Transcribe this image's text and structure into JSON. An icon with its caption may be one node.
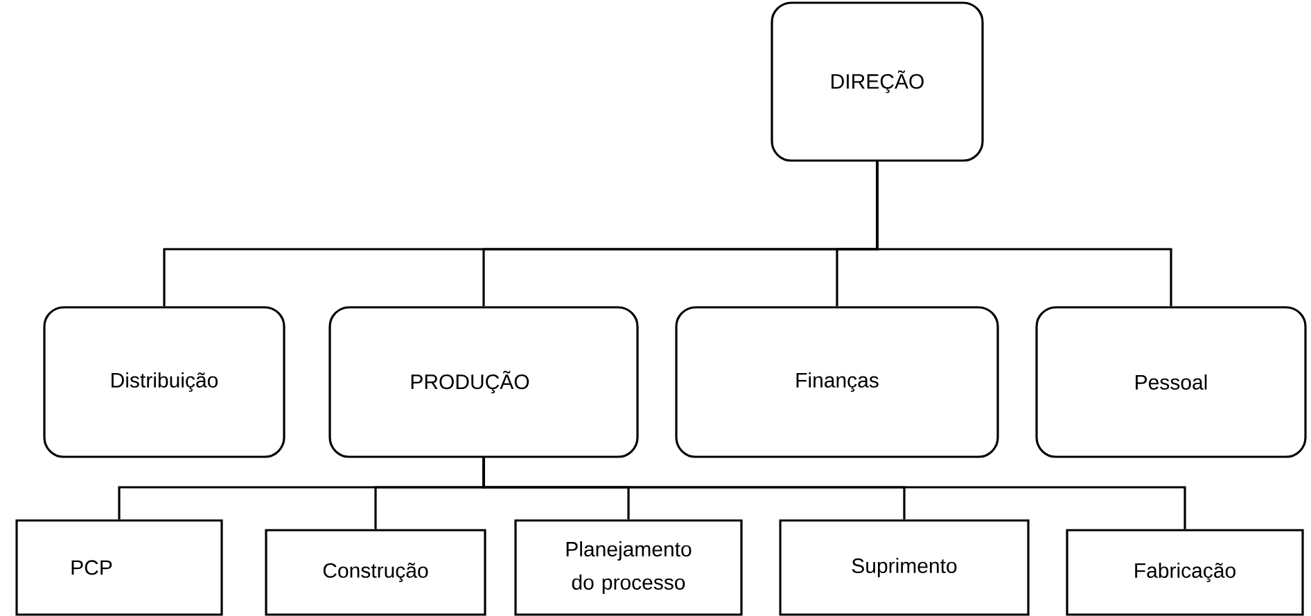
{
  "diagram": {
    "nodes": [
      {
        "text": [
          "DIREÇÃO"
        ]
      },
      {
        "text": [
          "Distribuição"
        ]
      },
      {
        "text": [
          "PRODUÇÃO"
        ]
      },
      {
        "text": [
          "Finanças"
        ]
      },
      {
        "text": [
          "Pessoal"
        ]
      },
      {
        "text": [
          "PCP"
        ]
      },
      {
        "text": [
          "Construção"
        ]
      },
      {
        "text": [
          "Planejamento do processo"
        ]
      },
      {
        "text": [
          "Suprimento"
        ]
      },
      {
        "text": [
          "Fabricação"
        ]
      }
    ],
    "edges": [
      {
        "from": 0,
        "to": 1,
        "arrow": "none"
      },
      {
        "from": 0,
        "to": 2,
        "arrow": "none"
      },
      {
        "from": 0,
        "to": 3,
        "arrow": "none"
      },
      {
        "from": 0,
        "to": 4,
        "arrow": "none"
      },
      {
        "from": 2,
        "to": 5,
        "arrow": "none"
      },
      {
        "from": 2,
        "to": 6,
        "arrow": "none"
      },
      {
        "from": 2,
        "to": 7,
        "arrow": "none"
      },
      {
        "from": 2,
        "to": 8,
        "arrow": "none"
      },
      {
        "from": 2,
        "to": 9,
        "arrow": "none"
      }
    ]
  }
}
